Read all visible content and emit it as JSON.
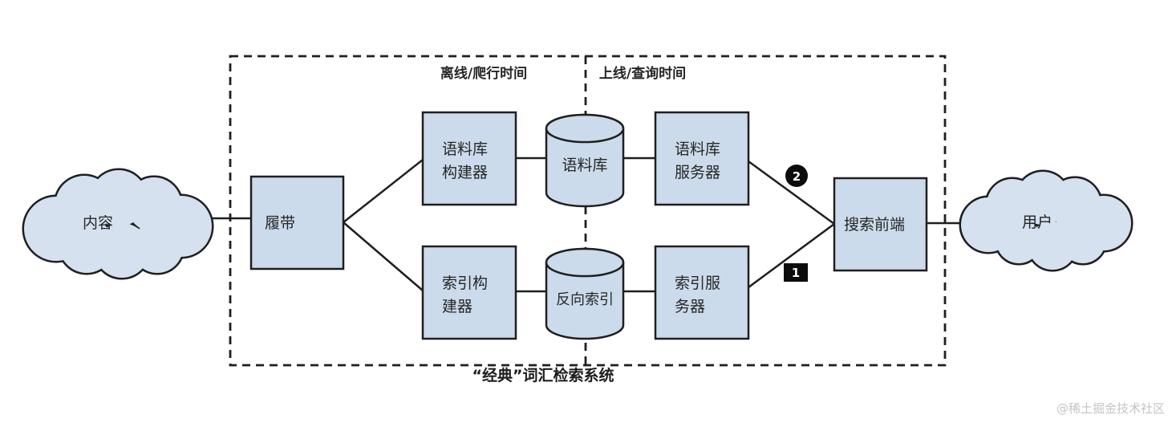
{
  "diagram": {
    "caption": "“经典”词汇检索系统",
    "watermark": "@稀土掘金技术社区",
    "regions": {
      "offline_label": "离线/爬行时间",
      "online_label": "上线/查询时间"
    },
    "nodes": {
      "content_cloud": "内容",
      "user_cloud": "用户",
      "crawler": "履带",
      "corpus_builder_line1": "语料库",
      "corpus_builder_line2": "构建器",
      "corpus_db": "语料库",
      "corpus_server_line1": "语料库",
      "corpus_server_line2": "服务器",
      "index_builder_line1": "索引构",
      "index_builder_line2": "建器",
      "inverted_index_db": "反向索引",
      "index_server_line1": "索引服",
      "index_server_line2": "务器",
      "search_frontend": "搜索前端"
    },
    "badges": {
      "badge_corpus_path": "2",
      "badge_index_path": "1"
    },
    "colors": {
      "node_fill": "#ccdbeb",
      "cloud_fill": "#d5e1ef",
      "stroke": "#1f1f1f",
      "badge_fill": "#0c0c0c",
      "watermark": "#c4c4c4"
    }
  }
}
